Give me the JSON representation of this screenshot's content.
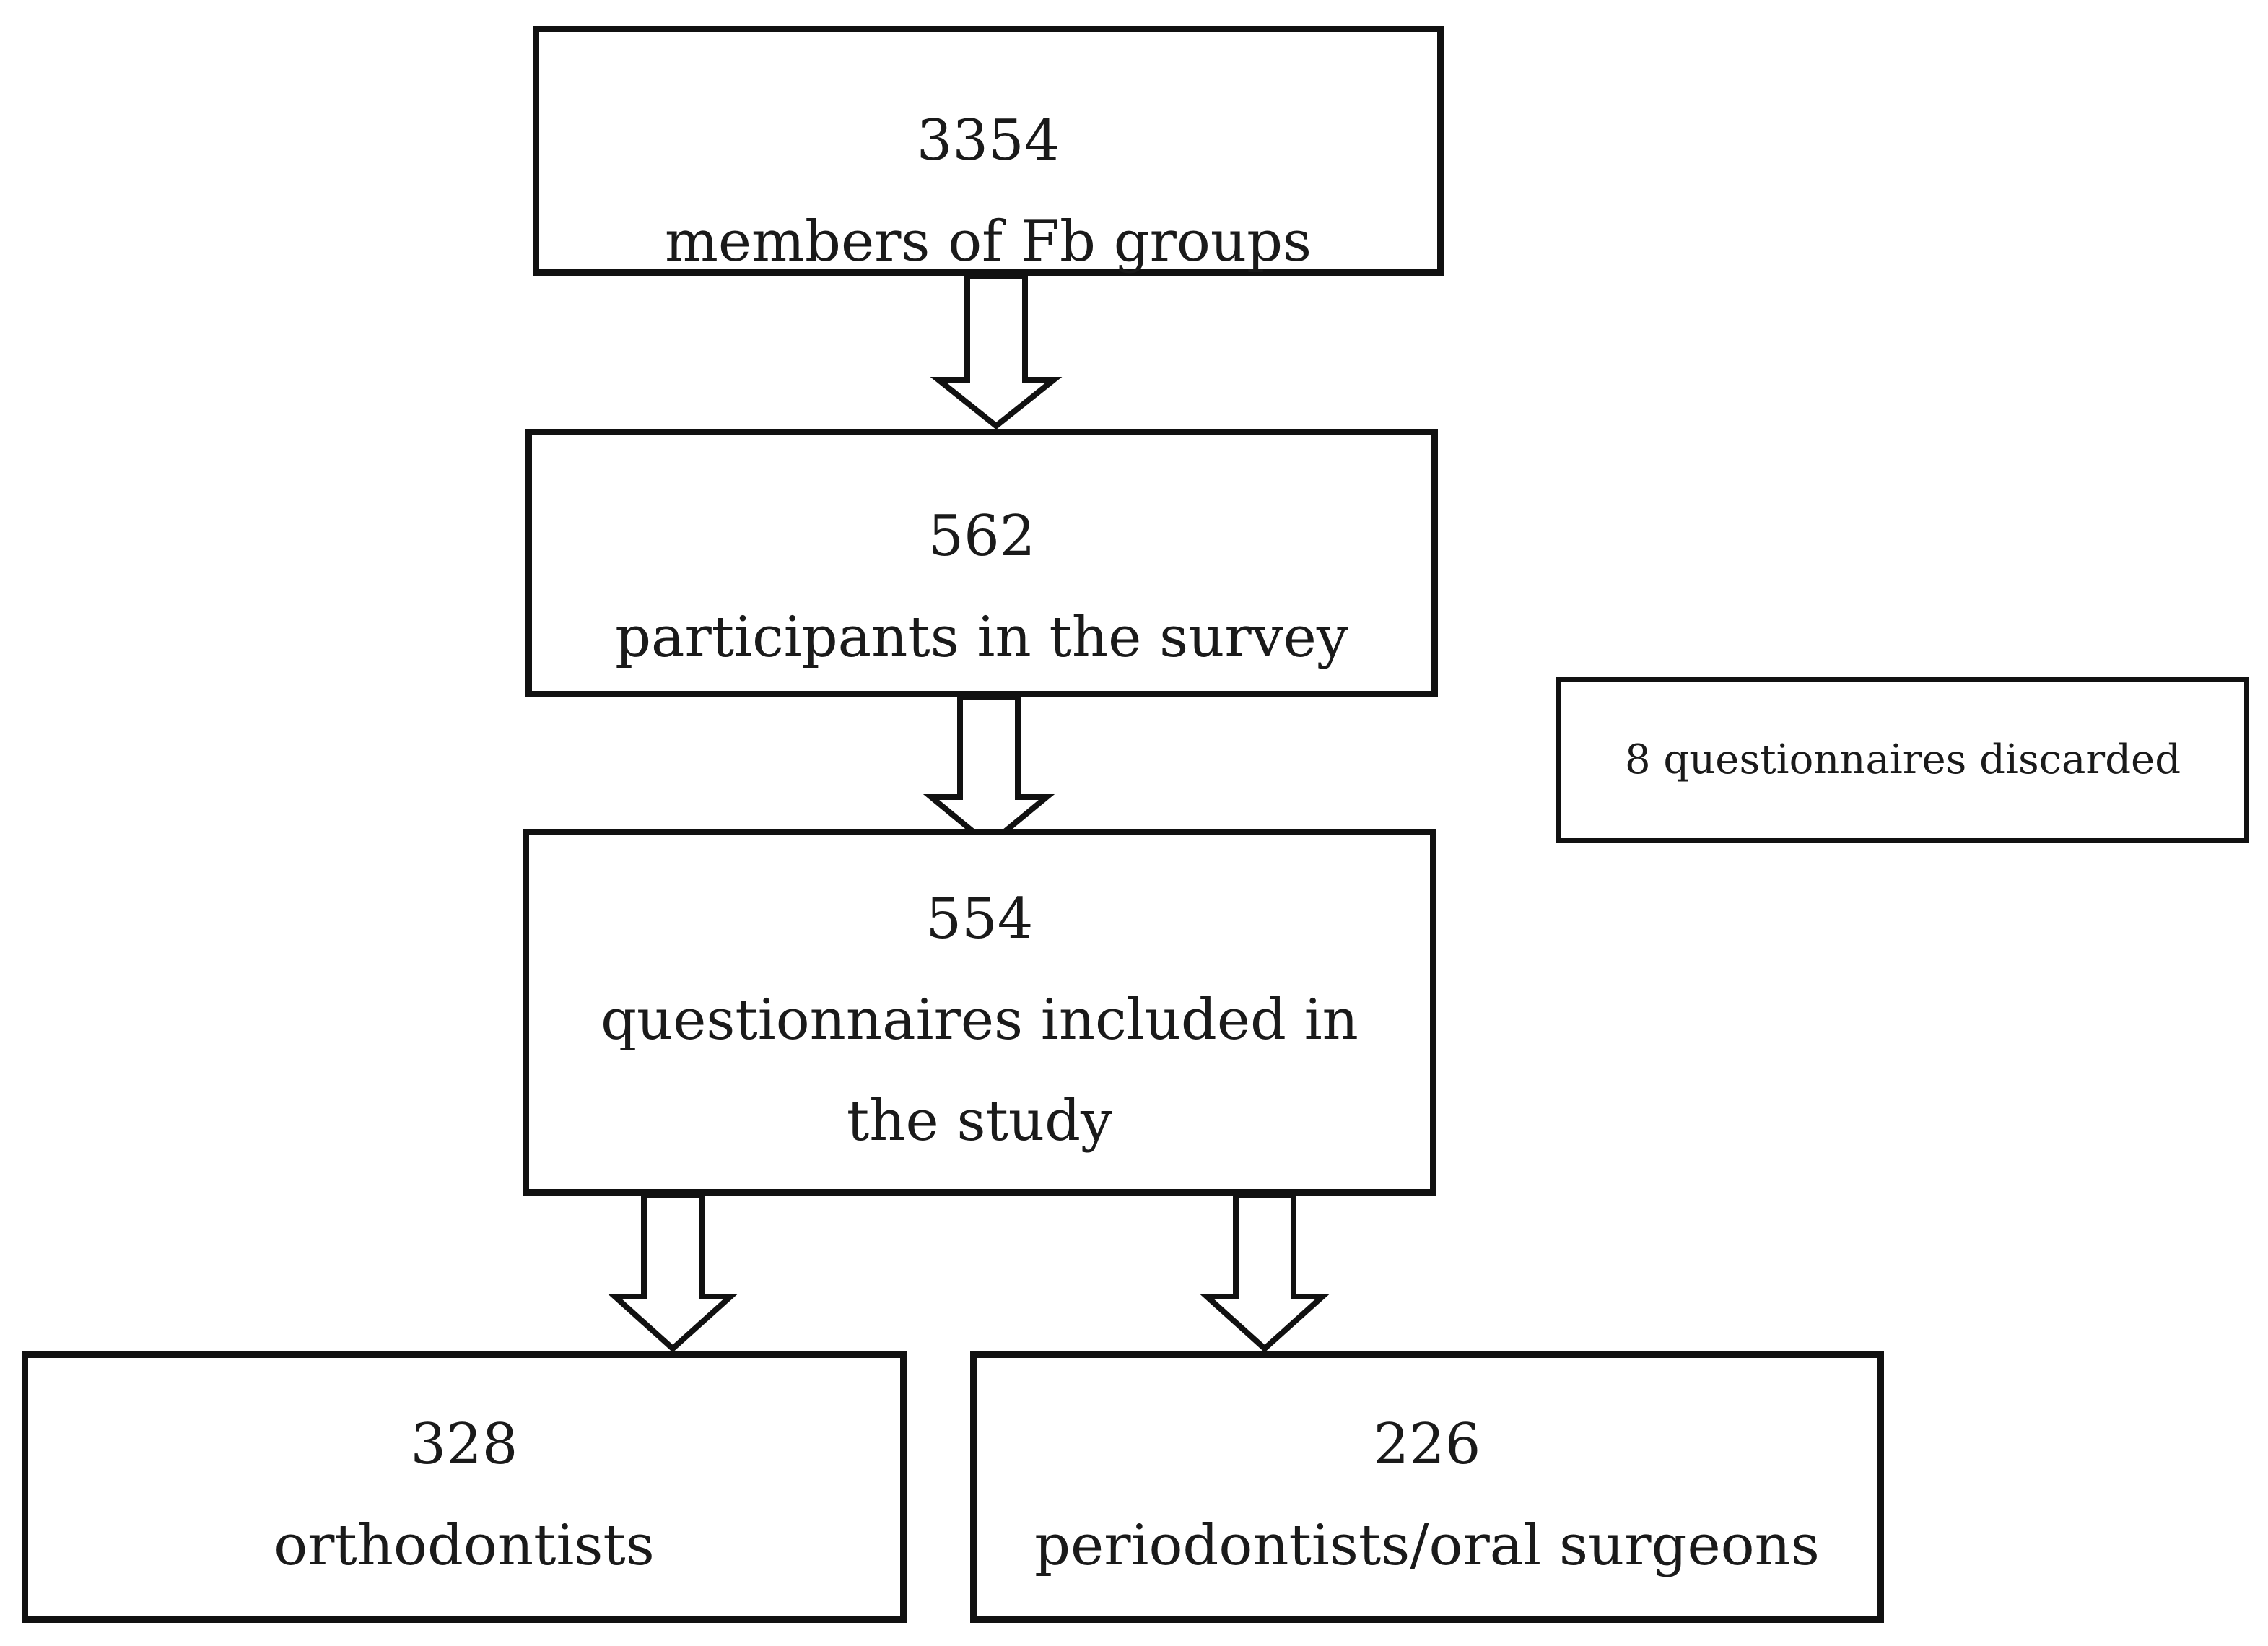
{
  "diagram": {
    "nodes": [
      {
        "id": "members",
        "number": "3354",
        "label": "members of Fb groups"
      },
      {
        "id": "participants",
        "number": "562",
        "label": "participants in the survey"
      },
      {
        "id": "included",
        "number": "554",
        "label": "questionnaires included in the study"
      },
      {
        "id": "ortho",
        "number": "328",
        "label": "orthodontists"
      },
      {
        "id": "perio",
        "number": "226",
        "label": "periodontists/oral surgeons"
      },
      {
        "id": "discarded",
        "number": "",
        "label": "8 questionnaires discarded"
      }
    ],
    "edges": [
      {
        "from": "members",
        "to": "participants"
      },
      {
        "from": "participants",
        "to": "included"
      },
      {
        "from": "included",
        "to": "ortho"
      },
      {
        "from": "included",
        "to": "perio"
      }
    ],
    "colors": {
      "border": "#111111",
      "background": "#ffffff",
      "text": "#1a1a1a"
    }
  }
}
